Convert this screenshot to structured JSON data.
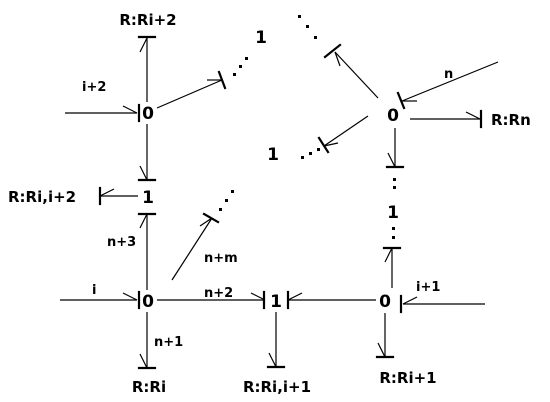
{
  "nodes": {
    "zero_top_left": "0",
    "one_mid_left": "1",
    "zero_bottom_left": "0",
    "one_bottom_mid": "1",
    "zero_bottom_right": "0",
    "zero_top_right": "0",
    "one_top_chain": "1",
    "one_mid_chain": "1",
    "one_right_chain": "1"
  },
  "elements": {
    "r_i_plus_2": "R:Ri+2",
    "r_i_i_plus_2": "R:Ri,i+2",
    "r_i": "R:Ri",
    "r_i_i_plus_1": "R:Ri,i+1",
    "r_i_plus_1": "R:Ri+1",
    "r_n": "R:Rn"
  },
  "bond_labels": {
    "i_plus_2": "i+2",
    "n_plus_3": "n+3",
    "n_plus_m": "n+m",
    "i": "i",
    "n_plus_2": "n+2",
    "n_plus_1": "n+1",
    "i_plus_1": "i+1",
    "n": "n"
  }
}
